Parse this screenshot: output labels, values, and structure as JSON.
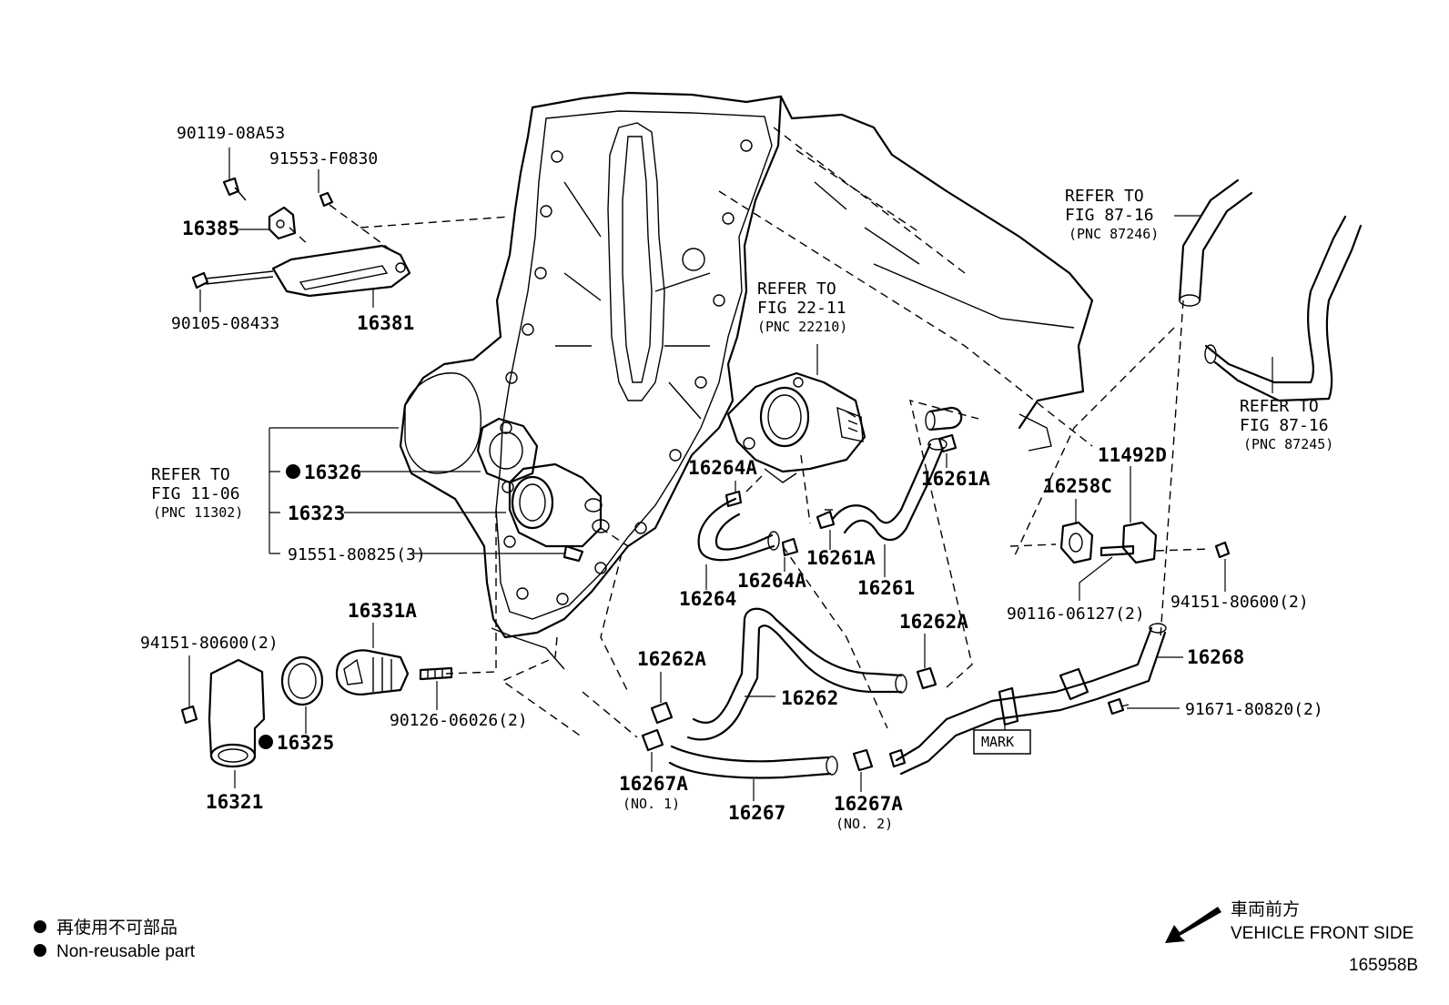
{
  "labels": {
    "p90119": "90119-08A53",
    "p91553": "91553-F0830",
    "p16385": "16385",
    "p90105": "90105-08433",
    "p16381": "16381",
    "refer_22_11": [
      "REFER TO",
      "FIG 22-11",
      "(PNC 22210)"
    ],
    "refer_87_16_a": [
      "REFER TO",
      "FIG 87-16",
      "(PNC 87246)"
    ],
    "refer_87_16_b": [
      "REFER TO",
      "FIG 87-16",
      "(PNC 87245)"
    ],
    "refer_11_06": [
      "REFER TO",
      "FIG 11-06",
      "(PNC 11302)"
    ],
    "p16326": "16326",
    "p16323": "16323",
    "p91551": "91551-80825(3)",
    "p16264A_top": "16264A",
    "p16264": "16264",
    "p16264A_bot": "16264A",
    "p16261A_top": "16261A",
    "p16261A_mid": "16261A",
    "p16261": "16261",
    "p16258C": "16258C",
    "p11492D": "11492D",
    "p90116": "90116-06127(2)",
    "p94151_right": "94151-80600(2)",
    "p16262A_right": "16262A",
    "p16268": "16268",
    "p91671": "91671-80820(2)",
    "mark": "MARK",
    "p94151_left": "94151-80600(2)",
    "p16331A": "16331A",
    "p16325": "16325",
    "p90126": "90126-06026(2)",
    "p16321": "16321",
    "p16262A_left": "16262A",
    "p16262": "16262",
    "p16267A_1": "16267A",
    "p16267A_1_sub": "(NO. 1)",
    "p16267": "16267",
    "p16267A_2": "16267A",
    "p16267A_2_sub": "(NO. 2)"
  },
  "legend": {
    "jp": "再使用不可部品",
    "en": "Non-reusable part",
    "front_jp": "車両前方",
    "front_en": "VEHICLE FRONT SIDE"
  },
  "figure_id": "165958B"
}
